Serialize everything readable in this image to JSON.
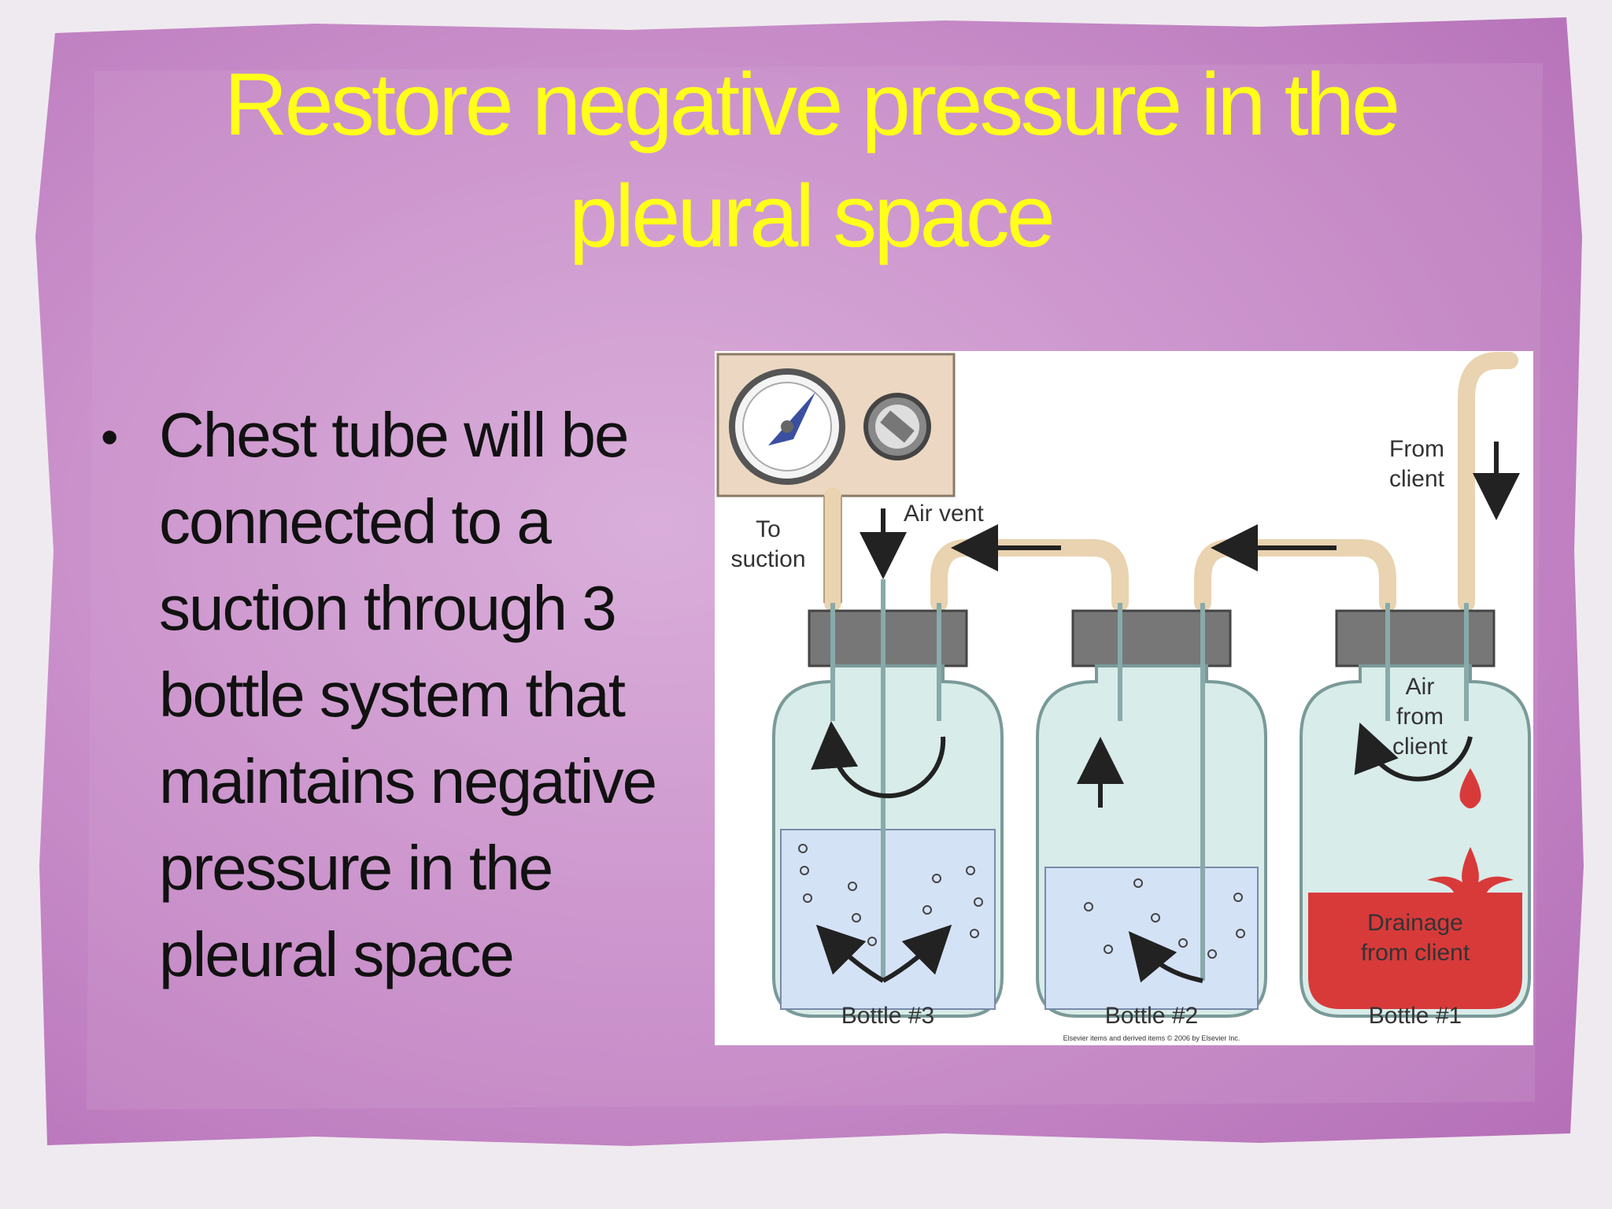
{
  "slide": {
    "title_line1": "Restore negative pressure in the",
    "title_line2": "pleural space",
    "bullet": "Chest tube will be connected to a suction through 3 bottle system that maintains negative pressure in the pleural space"
  },
  "diagram": {
    "to_suction_1": "To",
    "to_suction_2": "suction",
    "air_vent": "Air vent",
    "from_client_1": "From",
    "from_client_2": "client",
    "air_from_client_1": "Air",
    "air_from_client_2": "from",
    "air_from_client_3": "client",
    "drainage_1": "Drainage",
    "drainage_2": "from client",
    "bottle3": "Bottle #3",
    "bottle2": "Bottle #2",
    "bottle1": "Bottle #1",
    "copyright": "Elsevier items and derived items © 2006 by Elsevier Inc."
  },
  "colors": {
    "title": "#ffff1a",
    "background": "#c07ec4",
    "drainage": "#d83a3a",
    "water": "#d4e2f6",
    "bottle": "#d8ecea",
    "tube": "#e9d3b0"
  }
}
